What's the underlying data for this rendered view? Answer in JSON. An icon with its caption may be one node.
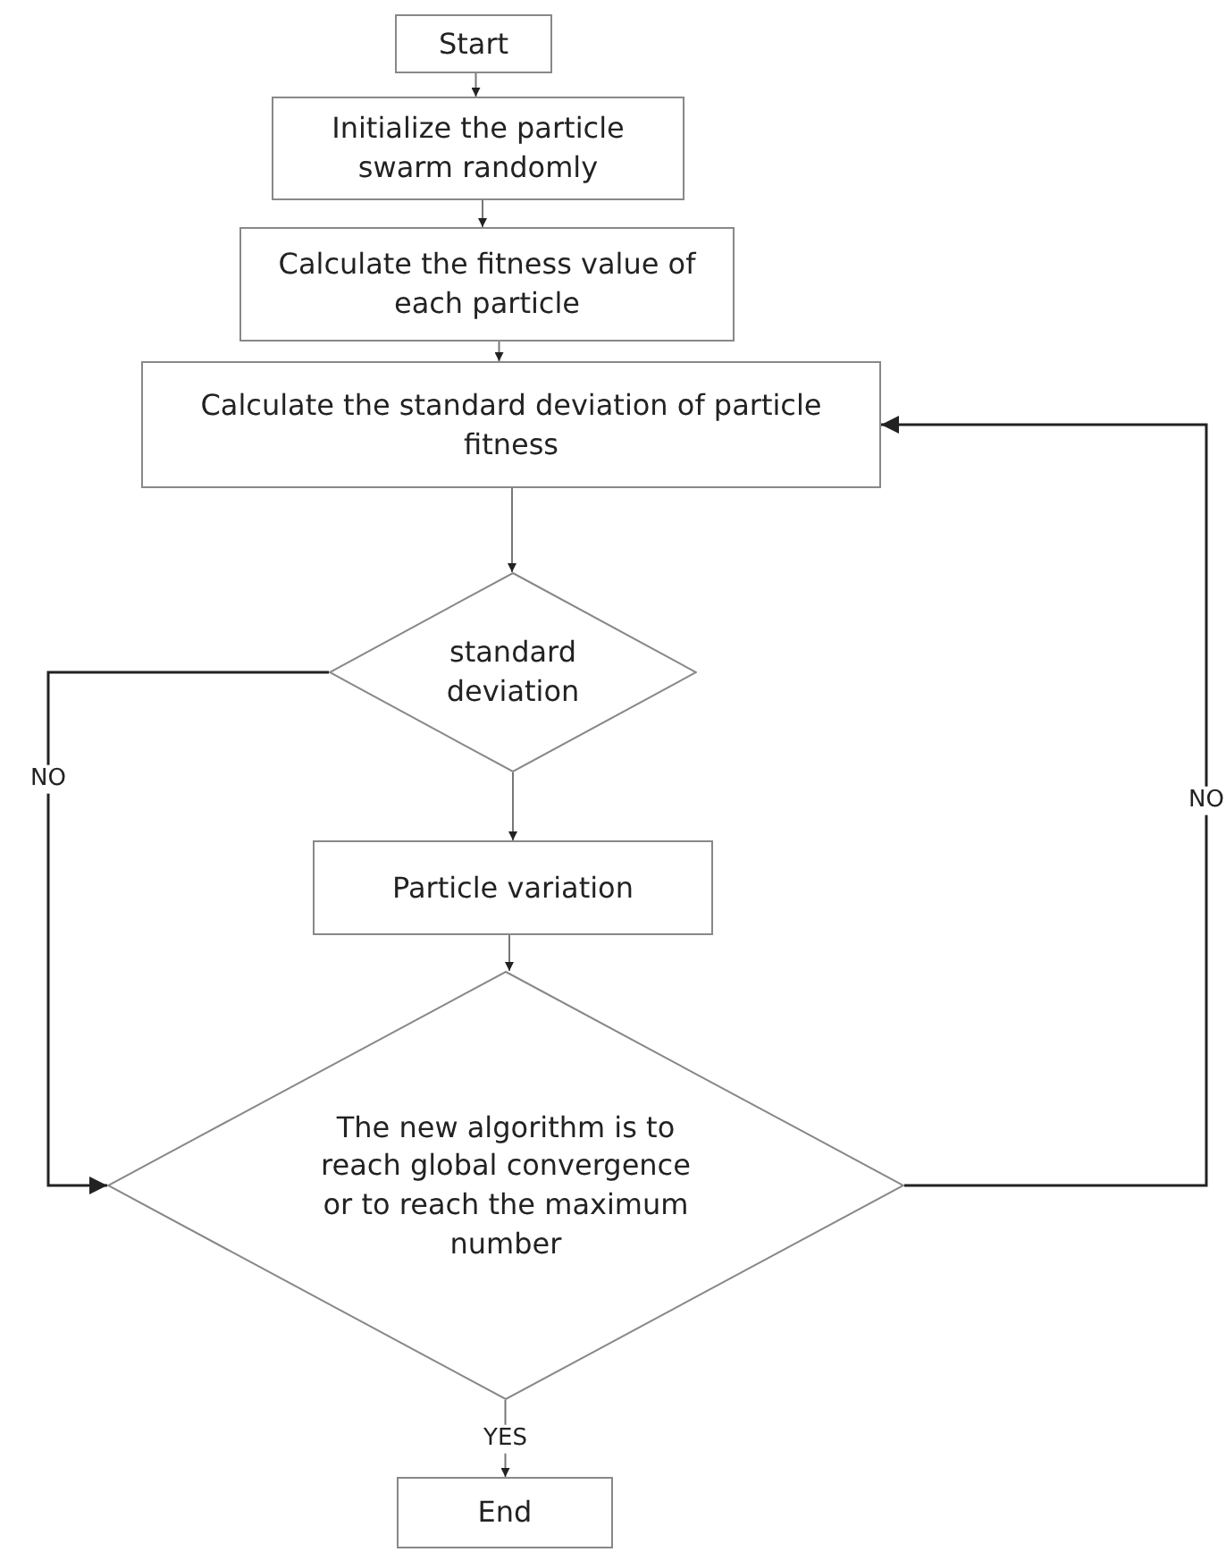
{
  "diagram": {
    "nodes": [
      {
        "text": [
          "Start"
        ]
      },
      {
        "text": [
          "Initialize the particle swarm randomly"
        ]
      },
      {
        "text": [
          "Calculate the fitness value of each particle"
        ]
      },
      {
        "text": [
          "Calculate the standard deviation of particle fitness"
        ]
      },
      {
        "text": [
          "standard deviation"
        ]
      },
      {
        "text": [
          "Particle variation"
        ]
      },
      {
        "text": [
          "The new algorithm is to reach global convergence or to reach the maximum number"
        ]
      },
      {
        "text": [
          "End"
        ]
      }
    ],
    "edges": [
      {
        "from": 0,
        "to": 1,
        "arrow": "to"
      },
      {
        "from": 1,
        "to": 2,
        "arrow": "to"
      },
      {
        "from": 2,
        "to": 3,
        "arrow": "to"
      },
      {
        "from": 3,
        "to": 4,
        "arrow": "to"
      },
      {
        "from": 4,
        "to": 5,
        "arrow": "to"
      },
      {
        "from": 5,
        "to": 6,
        "arrow": "to"
      },
      {
        "from": 4,
        "to": 6,
        "arrow": "to",
        "label": "NO"
      },
      {
        "from": 6,
        "to": 3,
        "arrow": "to",
        "label": "NO"
      },
      {
        "from": 6,
        "to": 7,
        "arrow": "to",
        "label": "YES"
      }
    ]
  }
}
